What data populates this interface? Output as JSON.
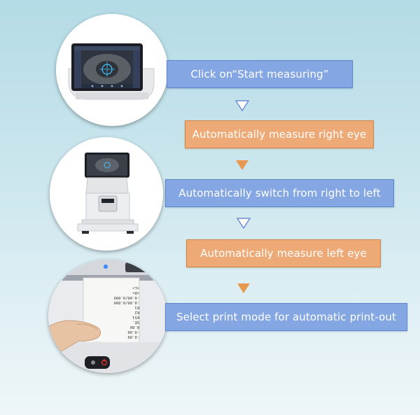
{
  "steps": [
    {
      "label": "Click on“Start measuring”",
      "color": "#84a6e2"
    },
    {
      "label": "Automatically measure right eye",
      "color": "#eeaa76"
    },
    {
      "label": "Automatically switch from right to left",
      "color": "#84a6e2"
    },
    {
      "label": "Automatically measure left eye",
      "color": "#eeaa76"
    },
    {
      "label": "Select print mode for automatic print-out",
      "color": "#84a6e2"
    }
  ],
  "printout_lines": [
    "-0.00",
    "-0.00",
    "0.00",
    "SE.",
    "KS1",
    "K2",
    "K1",
    "-0.00/0.000",
    "-0.00/0.000",
    "<R>",
    "<L>"
  ],
  "colors": {
    "arrow_blue": "#6f8ed6",
    "arrow_orange": "#e9994f",
    "power_icon": "#e0322c",
    "status_led": "#3a86ff"
  }
}
